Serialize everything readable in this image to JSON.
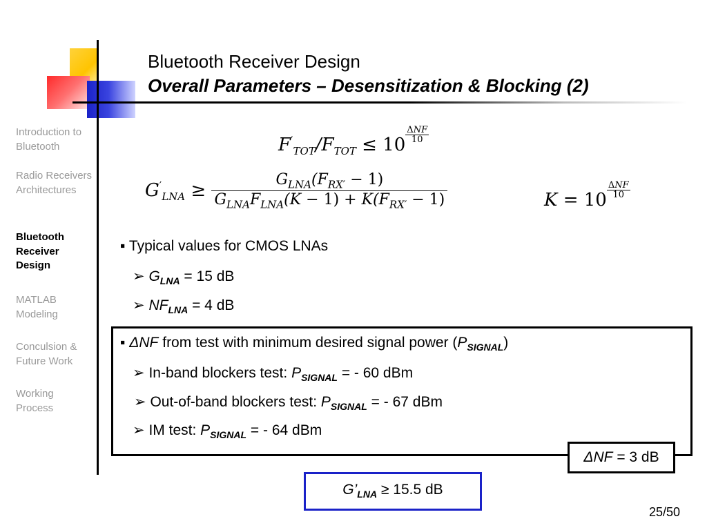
{
  "header": {
    "title": "Bluetooth Receiver Design",
    "subtitle": "Overall Parameters – Desensitization & Blocking (2)"
  },
  "sidebar": {
    "items": [
      {
        "label": "Introduction to Bluetooth",
        "active": false
      },
      {
        "label": "Radio Receivers Architectures",
        "active": false
      },
      {
        "label": "Bluetooth Receiver Design",
        "active": true
      },
      {
        "label": "MATLAB Modeling",
        "active": false
      },
      {
        "label": "Conculsion & Future Work",
        "active": false
      },
      {
        "label": "Working Process",
        "active": false
      }
    ]
  },
  "equations": {
    "f_ratio": "F'TOT/FTOT ≤ 10^(ΔNF/10)",
    "g_lna": "G'LNA ≥ GLNA(FRX' − 1) / (GLNA FLNA (K − 1) + K(FRX' − 1))",
    "k_def": "K = 10^(ΔNF/10)"
  },
  "typical": {
    "heading": "Typical values for CMOS LNAs",
    "g_lna": {
      "symbol": "G",
      "sub": "LNA",
      "value": "= 15 dB"
    },
    "nf_lna": {
      "symbol": "NF",
      "sub": "LNA",
      "value": "= 4 dB"
    }
  },
  "delta_box": {
    "heading_pre": "NF",
    "heading_text": "from test with minimum desired signal power (",
    "heading_p": "P",
    "heading_sub": "SIGNAL",
    "heading_close": ")",
    "items": [
      {
        "label": "In-band blockers test: ",
        "value": "= - 60 dBm"
      },
      {
        "label": "Out-of-band blockers test: ",
        "value": "= - 67 dBm"
      },
      {
        "label": "IM test: ",
        "value": "= - 64 dBm"
      }
    ],
    "p_symbol": "P",
    "p_sub": "SIGNAL",
    "result_symbol": "NF",
    "result_value": "= 3 dB"
  },
  "result": {
    "symbol": "G’",
    "sub": "LNA",
    "value": "≥ 15.5 dB"
  },
  "page_number": "25/50",
  "colors": {
    "accent_blue": "#1a22c8",
    "nav_gray": "#999999"
  }
}
